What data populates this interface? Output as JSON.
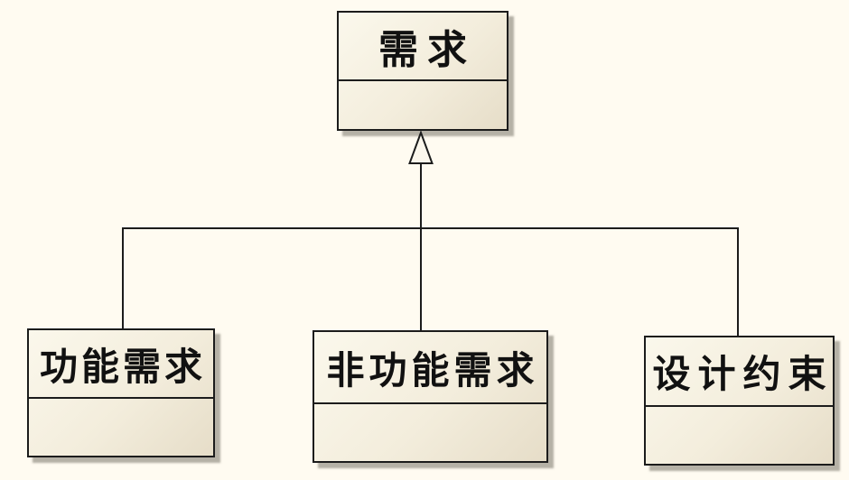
{
  "diagram": {
    "kind": "uml-class-diagram",
    "relationship": {
      "type": "generalization",
      "parent": "需求",
      "children": [
        "功能需求",
        "非功能需求",
        "设计约束"
      ]
    }
  },
  "classes": {
    "parent": {
      "label": "需求"
    },
    "children": [
      {
        "label": "功能需求"
      },
      {
        "label": "非功能需求"
      },
      {
        "label": "设计约束"
      }
    ]
  },
  "colors": {
    "background": "#FFFBF1",
    "box_fill_light": "#FBF8EC",
    "box_fill_dark": "#E6DDC8",
    "border": "#1C1C1C",
    "line": "#1C1C1C",
    "shadow": "#8F8B80",
    "text": "#111111",
    "arrow_fill": "#FBF7EC"
  }
}
